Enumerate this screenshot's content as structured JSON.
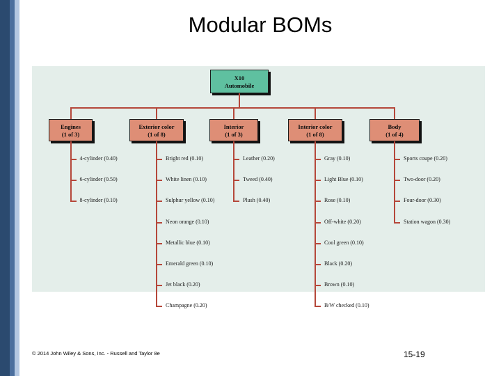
{
  "slide": {
    "title": "Modular BOMs",
    "background_color": "#FFFFFF"
  },
  "left_decoration": {
    "bands": [
      {
        "name": "band-dark",
        "color": "#2B4A6F"
      },
      {
        "name": "band-mid",
        "color": "#4B6F9E"
      },
      {
        "name": "band-light",
        "color": "#B3C7E2"
      }
    ]
  },
  "diagram": {
    "panel_color": "#E4EEEA",
    "connector_color": "#B5473A",
    "root": {
      "line1": "X10",
      "line2": "Automobile",
      "color": "#5FC0A0"
    },
    "module_color": "#DE8E76",
    "modules": [
      {
        "line1": "Engines",
        "line2": "(1 of 3)",
        "options": [
          "4-cylinder (0.40)",
          "6-cylinder (0.50)",
          "8-cylinder (0.10)"
        ]
      },
      {
        "line1": "Exterior color",
        "line2": "(1 of 8)",
        "options": [
          "Bright red (0.10)",
          "White linen (0.10)",
          "Sulphur yellow (0.10)",
          "Neon orange (0.10)",
          "Metallic blue (0.10)",
          "Emerald green (0.10)",
          "Jet black (0.20)",
          "Champagne (0.20)"
        ]
      },
      {
        "line1": "Interior",
        "line2": "(1 of 3)",
        "options": [
          "Leather (0.20)",
          "Tweed (0.40)",
          "Plush (0.40)"
        ]
      },
      {
        "line1": "Interior color",
        "line2": "(1 of 8)",
        "options": [
          "Gray (0.10)",
          "Light Blue (0.10)",
          "Rose (0.10)",
          "Off-white (0.20)",
          "Cool green (0.10)",
          "Black (0.20)",
          "Brown (0.10)",
          "B/W checked (0.10)"
        ]
      },
      {
        "line1": "Body",
        "line2": "(1 of 4)",
        "options": [
          "Sports coupe (0.20)",
          "Two-door (0.20)",
          "Four-door (0.30)",
          "Station wagon (0.30)"
        ]
      }
    ]
  },
  "footer": {
    "copyright": "© 2014 John Wiley & Sons, Inc. - Russell and Taylor 8e",
    "page_number": "15-19"
  }
}
